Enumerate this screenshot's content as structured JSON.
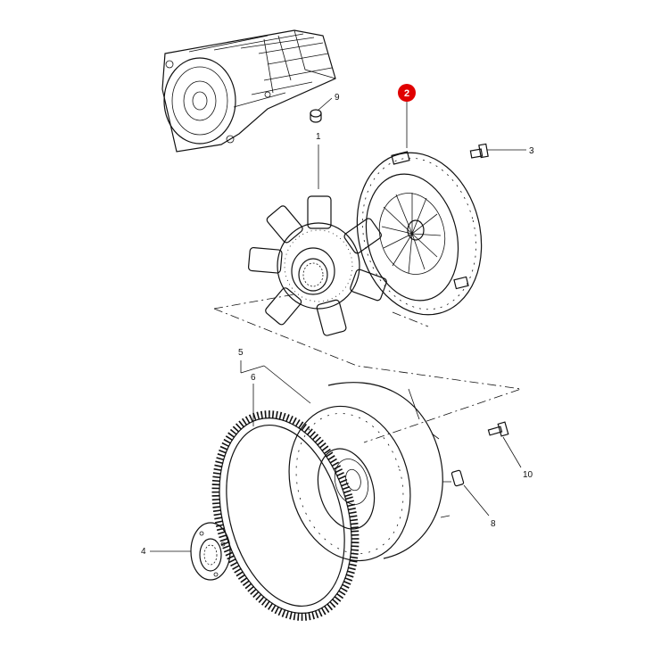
{
  "callouts": [
    {
      "label": "1"
    },
    {
      "label": "2",
      "highlighted": true,
      "color": "#e00000"
    },
    {
      "label": "3"
    },
    {
      "label": "4"
    },
    {
      "label": "5"
    },
    {
      "label": "6"
    },
    {
      "label": "8"
    },
    {
      "label": "9"
    },
    {
      "label": "10"
    }
  ],
  "parts": [
    "transmission-housing-icon",
    "cap-plug-icon",
    "clutch-disc-icon",
    "pressure-plate-icon",
    "screw-icon",
    "flywheel-icon",
    "ring-gear-icon",
    "hub-flange-icon",
    "dowel-pin-icon",
    "bolt-icon"
  ],
  "colors": {
    "line": "#111111",
    "highlight": "#e00000",
    "background": "#ffffff"
  }
}
